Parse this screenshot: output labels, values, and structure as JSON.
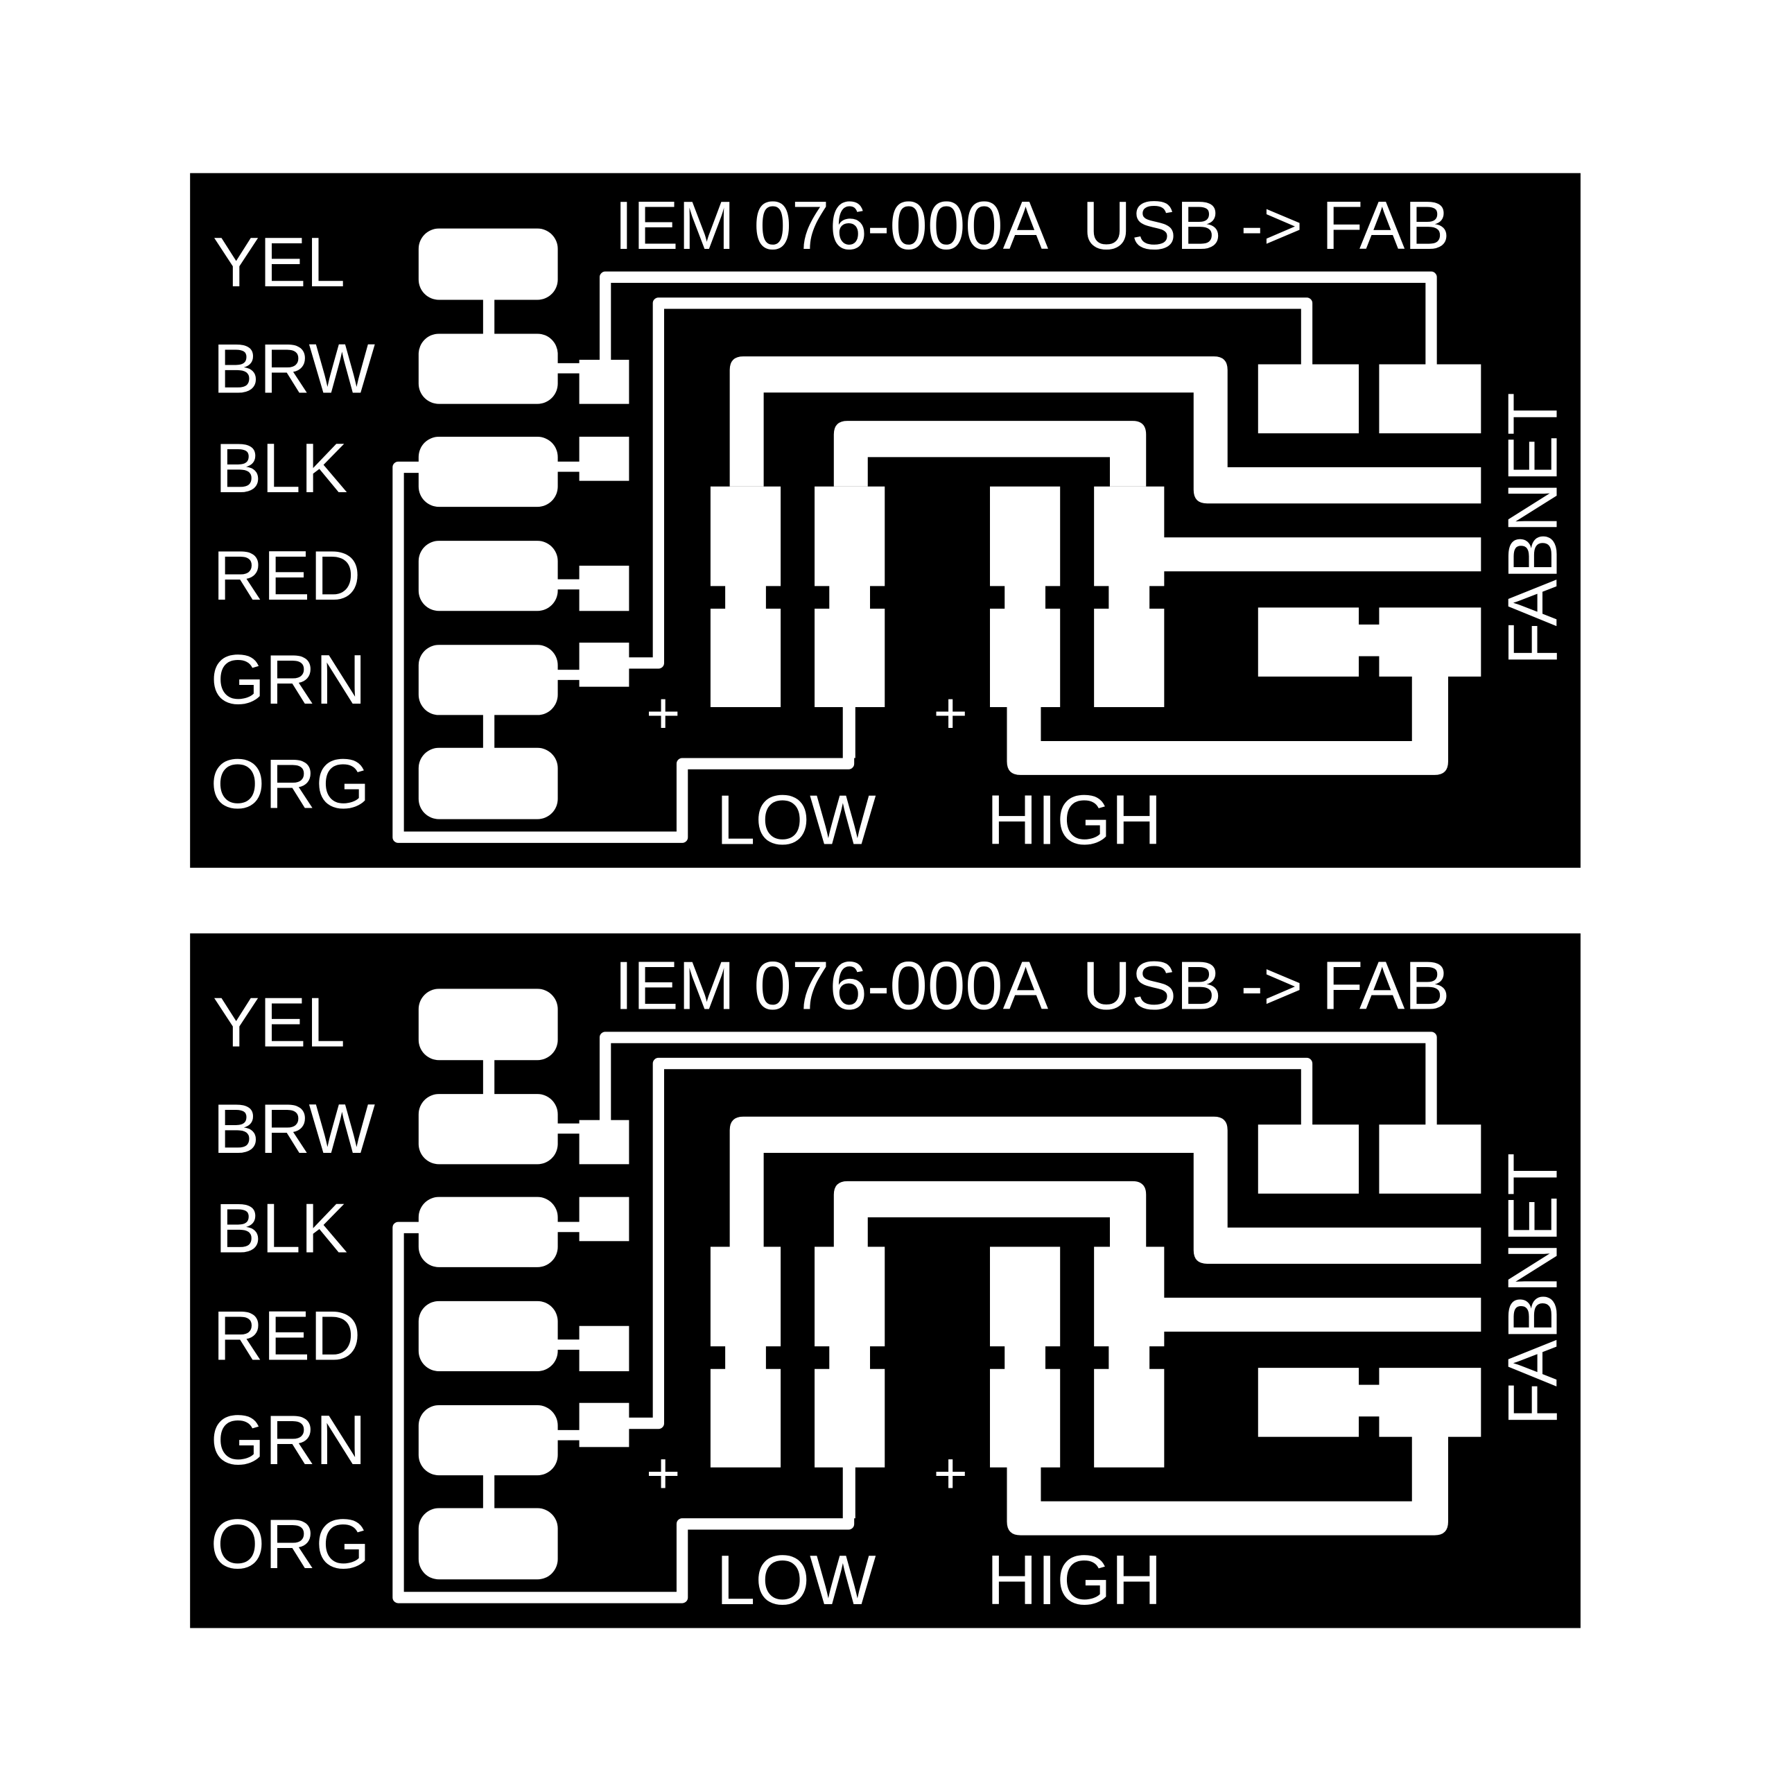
{
  "colors": {
    "board": "#000000",
    "copper": "#ffffff",
    "background": "#ffffff"
  },
  "boards": [
    {
      "title": "IEM 076-000A  USB -> FAB",
      "wire_labels": [
        "YEL",
        "BRW",
        "BLK",
        "RED",
        "GRN",
        "ORG"
      ],
      "low_label": "LOW",
      "high_label": "HIGH",
      "connector_label": "FABNET",
      "plus_low": "+",
      "plus_high": "+"
    },
    {
      "title": "IEM 076-000A  USB -> FAB",
      "wire_labels": [
        "YEL",
        "BRW",
        "BLK",
        "RED",
        "GRN",
        "ORG"
      ],
      "low_label": "LOW",
      "high_label": "HIGH",
      "connector_label": "FABNET",
      "plus_low": "+",
      "plus_high": "+"
    }
  ]
}
